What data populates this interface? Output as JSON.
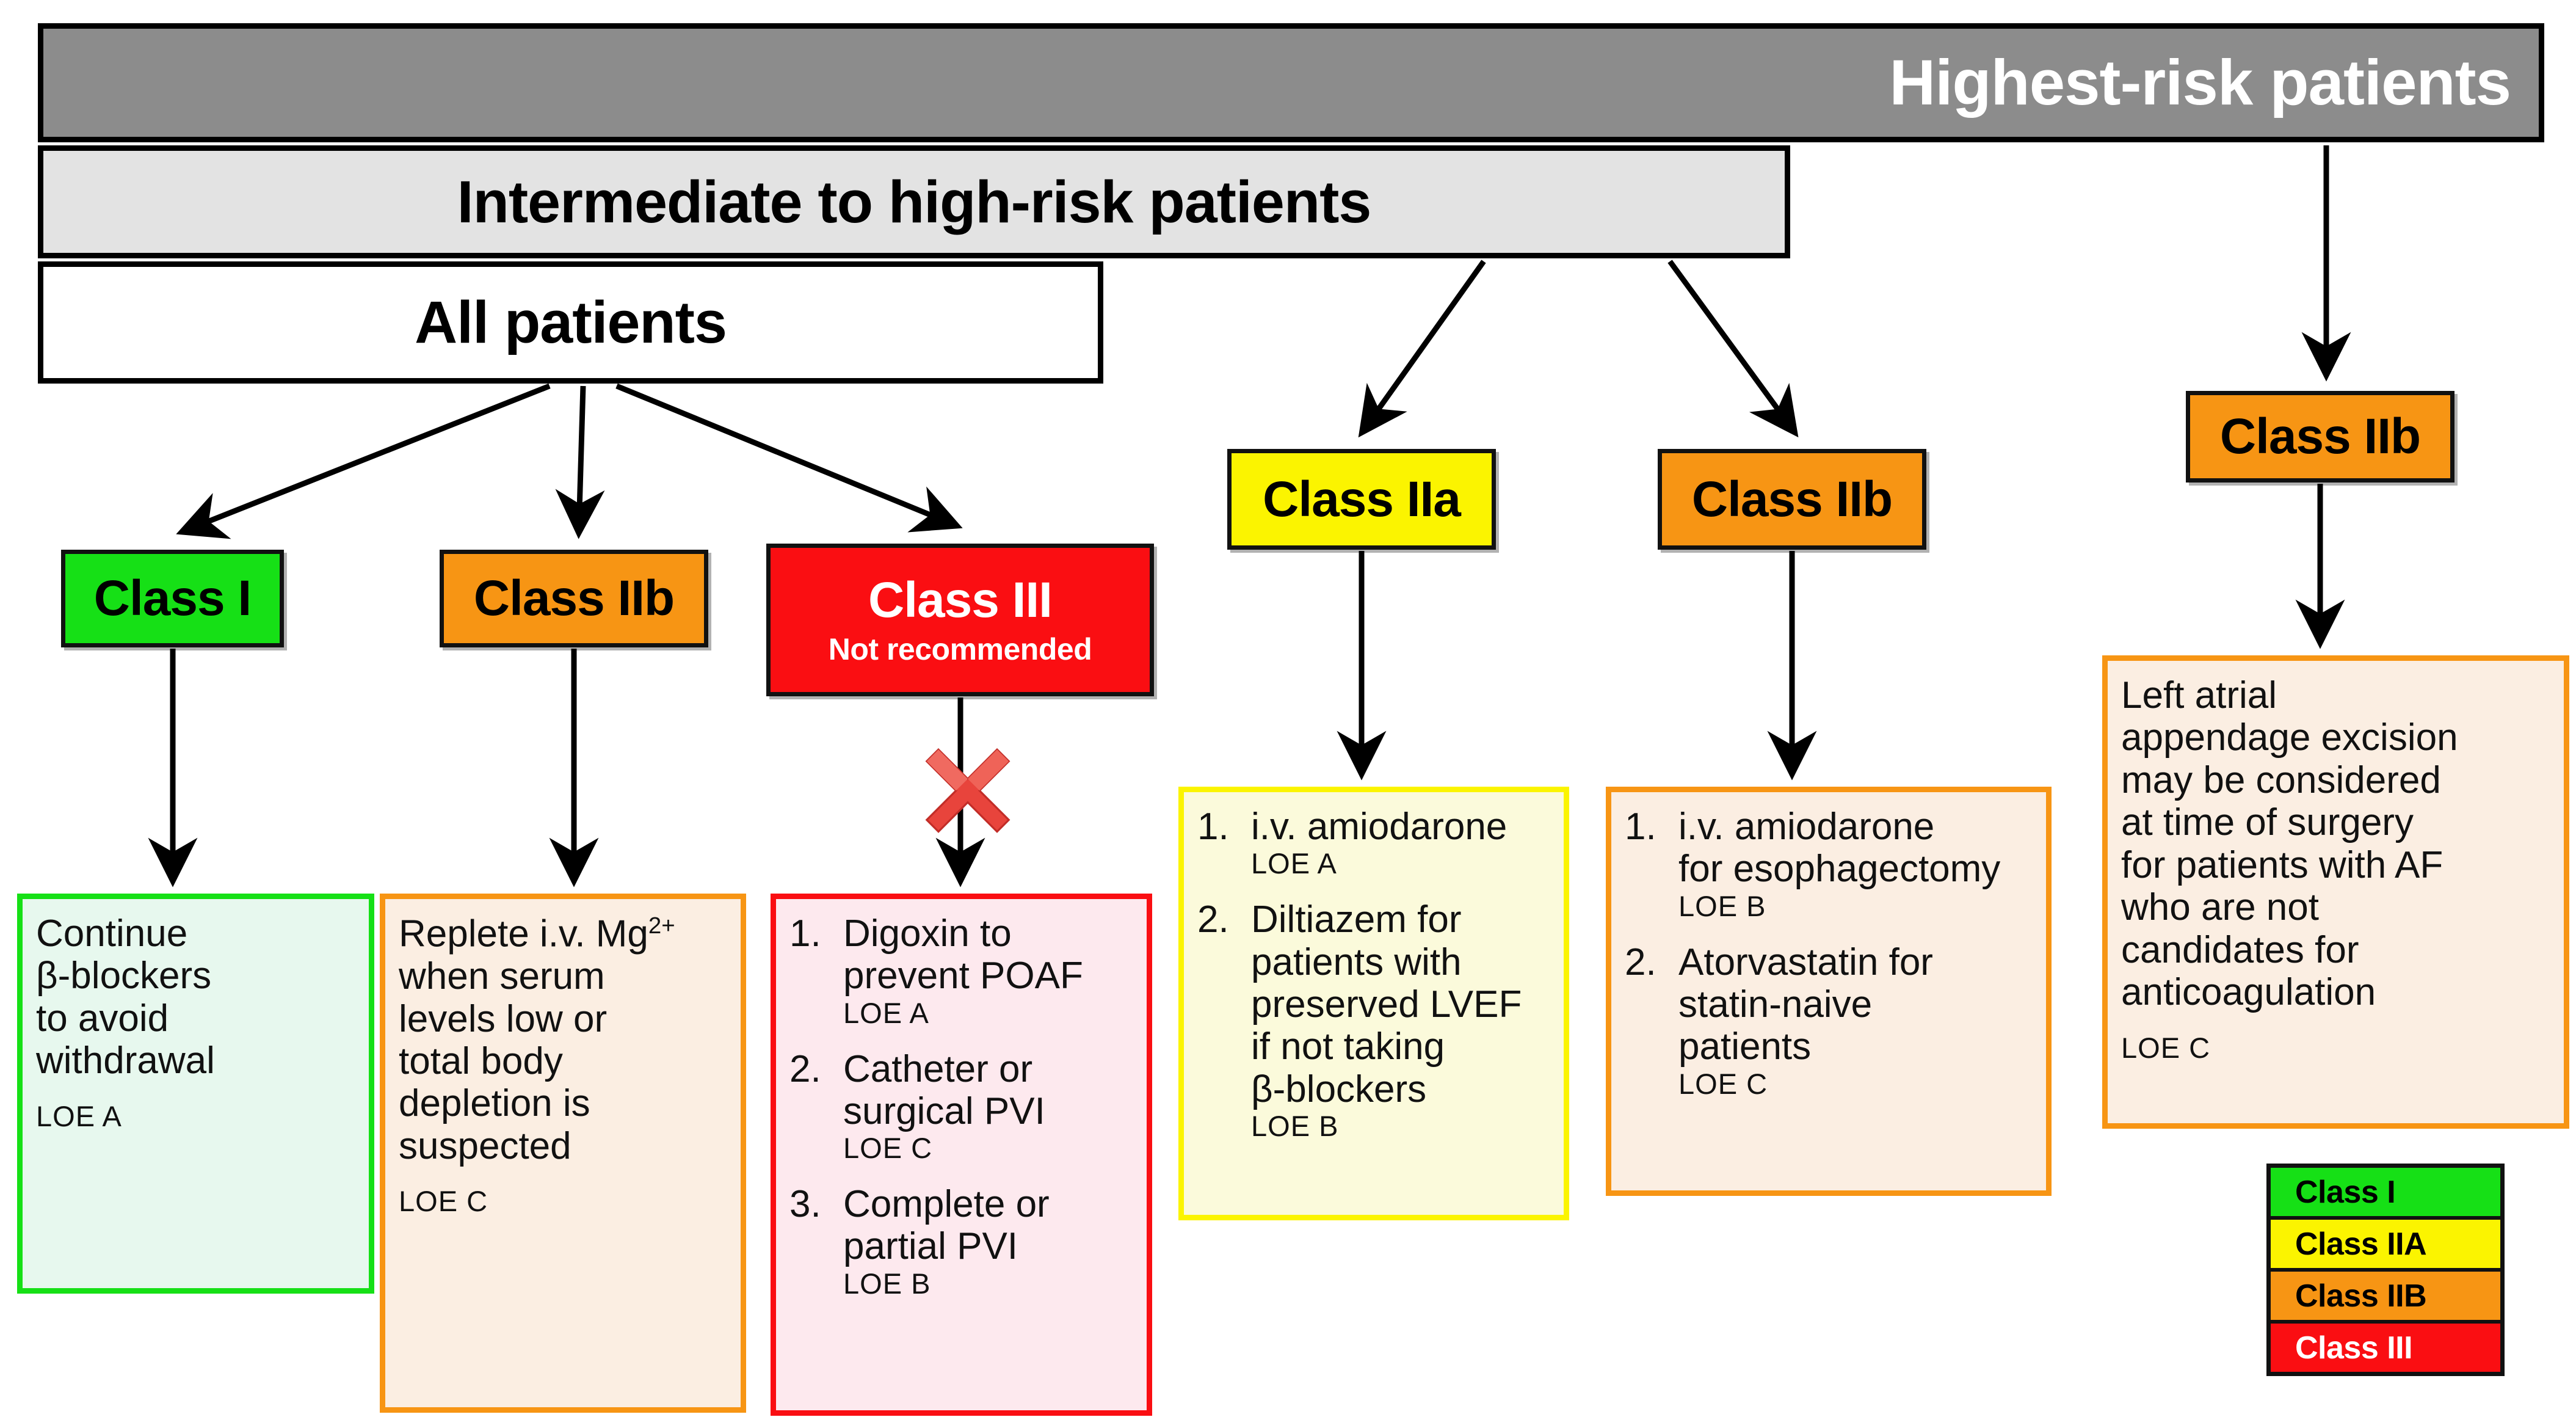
{
  "banners": {
    "highest": "Highest-risk patients",
    "intermediate": "Intermediate to high-risk patients",
    "all": "All patients"
  },
  "chips": {
    "class1": "Class I",
    "class2b_left": "Class IIb",
    "class3_title": "Class III",
    "class3_sub": "Not recommended",
    "class2a": "Class IIa",
    "class2b_mid": "Class IIb",
    "class2b_right": "Class IIb"
  },
  "cards": {
    "green": {
      "lines": [
        "Continue",
        "β-blockers",
        "to avoid",
        "withdrawal"
      ],
      "loe": "LOE  A"
    },
    "orange_mg": {
      "line1_a": "Replete i.v. Mg",
      "line1_sup": "2+",
      "lines": [
        "when serum",
        "levels low or",
        "total body",
        "depletion is",
        "suspected"
      ],
      "loe": "LOE  C"
    },
    "red": {
      "items": [
        {
          "num": "1.",
          "lines": [
            "Digoxin to",
            "prevent POAF"
          ],
          "loe": "LOE  A"
        },
        {
          "num": "2.",
          "lines": [
            "Catheter or",
            "surgical PVI"
          ],
          "loe": "LOE  C"
        },
        {
          "num": "3.",
          "lines": [
            "Complete or",
            "partial PVI"
          ],
          "loe": "LOE  B"
        }
      ]
    },
    "yellow": {
      "items": [
        {
          "num": "1.",
          "lines": [
            "i.v. amiodarone"
          ],
          "loe": "LOE  A"
        },
        {
          "num": "2.",
          "lines": [
            "Diltiazem for",
            "patients with",
            "preserved LVEF",
            "if not taking",
            "β-blockers"
          ],
          "loe": "LOE  B"
        }
      ]
    },
    "orange_mid": {
      "items": [
        {
          "num": "1.",
          "lines": [
            "i.v. amiodarone",
            "for esophagectomy"
          ],
          "loe": "LOE  B"
        },
        {
          "num": "2.",
          "lines": [
            "Atorvastatin for",
            "statin-naive",
            "patients"
          ],
          "loe": "LOE  C"
        }
      ]
    },
    "orange_right": {
      "lines": [
        "Left atrial",
        "appendage excision",
        "may be considered",
        "at time of surgery",
        "for patients with AF",
        "who are not",
        "candidates for",
        "anticoagulation"
      ],
      "loe": "LOE  C"
    }
  },
  "legend": {
    "rows": [
      {
        "label": "Class I",
        "color": "#16e016"
      },
      {
        "label": "Class IIA",
        "color": "#fbf400"
      },
      {
        "label": "Class IIB",
        "color": "#f79514"
      },
      {
        "label": "Class III",
        "color": "#fa0e12"
      }
    ]
  },
  "icons": {
    "x_mark": "red-x-cross-icon"
  },
  "colors": {
    "class1_green": "#16e016",
    "class2a_yellow": "#fbf400",
    "class2b_orange": "#f79514",
    "class3_red": "#fa0e12",
    "banner_highest_gray": "#8c8c8c",
    "banner_intermediate_gray": "#e3e3e3"
  }
}
